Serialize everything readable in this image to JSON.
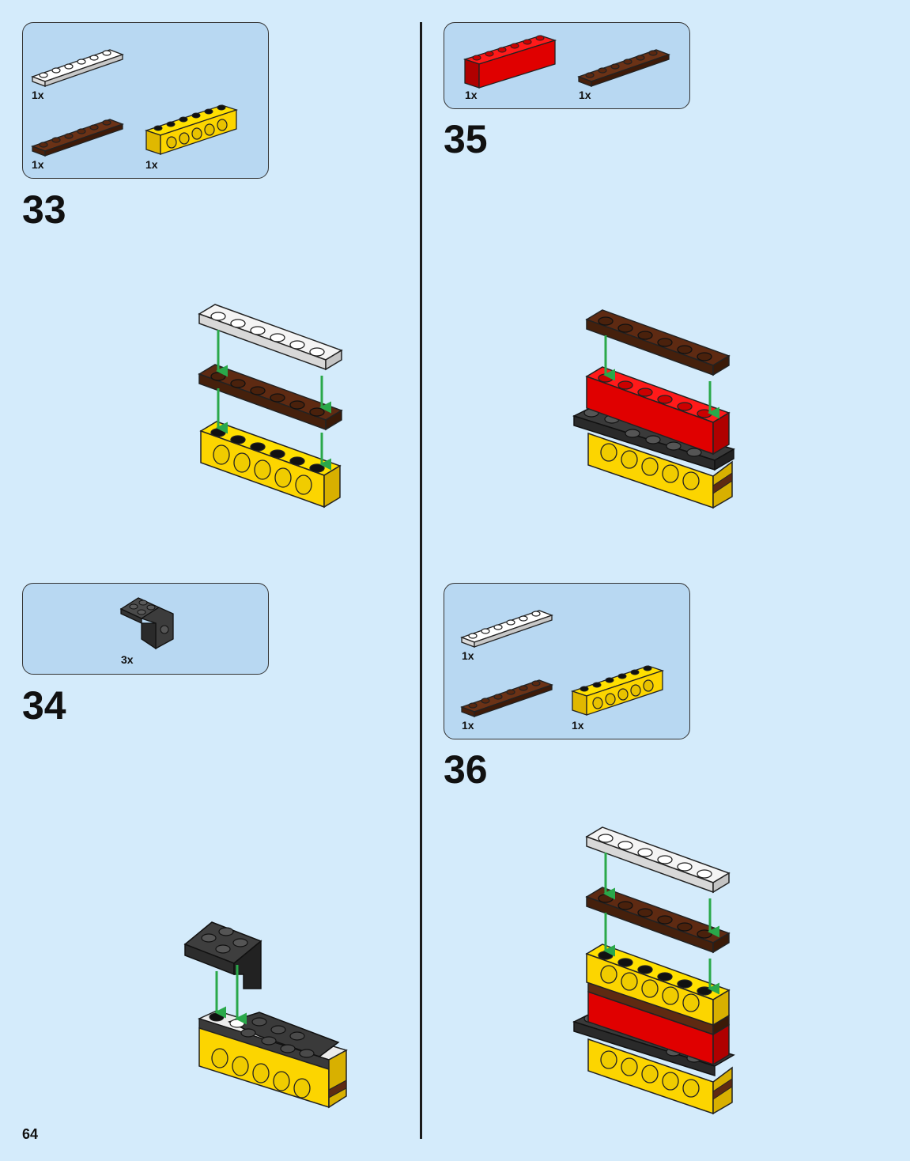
{
  "page": {
    "number": "64"
  },
  "colors": {
    "background": "#d4ebfb",
    "parts_box": "#b8d8f2",
    "white_brick": "#f4f4f4",
    "brown_brick": "#5e2a12",
    "yellow_brick": "#fcd500",
    "red_brick": "#e00000",
    "dark_grey_brick": "#3a3a3a",
    "arrow": "#2aa84a"
  },
  "steps": [
    {
      "number": "33",
      "parts": [
        {
          "icon": "white-plate-1x6-icon",
          "qty": "1x"
        },
        {
          "icon": "brown-plate-1x6-icon",
          "qty": "1x"
        },
        {
          "icon": "yellow-technic-brick-1x6-icon",
          "qty": "1x"
        }
      ]
    },
    {
      "number": "34",
      "parts": [
        {
          "icon": "dark-grey-bracket-icon",
          "qty": "3x"
        }
      ]
    },
    {
      "number": "35",
      "parts": [
        {
          "icon": "red-brick-1x6-icon",
          "qty": "1x"
        },
        {
          "icon": "brown-plate-1x6-icon",
          "qty": "1x"
        }
      ]
    },
    {
      "number": "36",
      "parts": [
        {
          "icon": "white-plate-1x6-icon",
          "qty": "1x"
        },
        {
          "icon": "brown-plate-1x6-icon",
          "qty": "1x"
        },
        {
          "icon": "yellow-technic-brick-1x6-icon",
          "qty": "1x"
        }
      ]
    }
  ]
}
